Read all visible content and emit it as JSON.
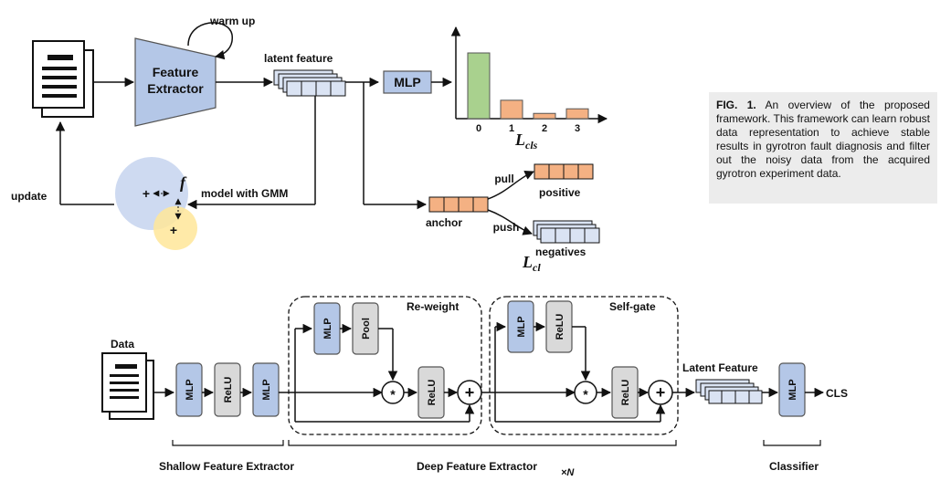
{
  "top": {
    "warm_up": "warm up",
    "feature_extractor_line1": "Feature",
    "feature_extractor_line2": "Extractor",
    "latent_feature": "latent feature",
    "mlp": "MLP",
    "update": "update",
    "model_with_gmm": "model with GMM",
    "f_symbol": "f",
    "plus": "+",
    "anchor": "anchor",
    "pull": "pull",
    "push": "push",
    "positive": "positive",
    "negatives": "negatives",
    "l_cls_main": "L",
    "l_cls_sub": "cls",
    "l_cl_main": "L",
    "l_cl_sub": "cl"
  },
  "chart_data": {
    "type": "bar",
    "categories": [
      "0",
      "1",
      "2",
      "3"
    ],
    "values": [
      1.0,
      0.28,
      0.08,
      0.15
    ],
    "colors": [
      "#a9d18e",
      "#f4b183",
      "#f4b183",
      "#f4b183"
    ],
    "ylim": [
      0,
      1.25
    ]
  },
  "caption": {
    "label": "FIG. 1.",
    "text": " An overview of the proposed framework. This framework can learn robust data representation to achieve stable results in gyrotron fault diagnosis and filter out the noisy data from the acquired gyrotron experiment data."
  },
  "bottom": {
    "data": "Data",
    "mlp": "MLP",
    "relu": "ReLU",
    "pool": "Pool",
    "mult": "*",
    "plus": "+",
    "reweight": "Re-weight",
    "selfgate": "Self-gate",
    "latent_feature": "Latent Feature",
    "cls": "CLS",
    "shallow": "Shallow Feature Extractor",
    "deep": "Deep Feature Extractor",
    "xn": "×N",
    "classifier": "Classifier"
  },
  "colors": {
    "blue_box": "#b4c7e7",
    "gray_box": "#d9d9d9",
    "orange": "#f4b183",
    "green": "#a9d18e",
    "latent_fill": "#dae3f3",
    "gmm_blue": "#c5d3ef",
    "gmm_yellow": "#ffe699"
  }
}
